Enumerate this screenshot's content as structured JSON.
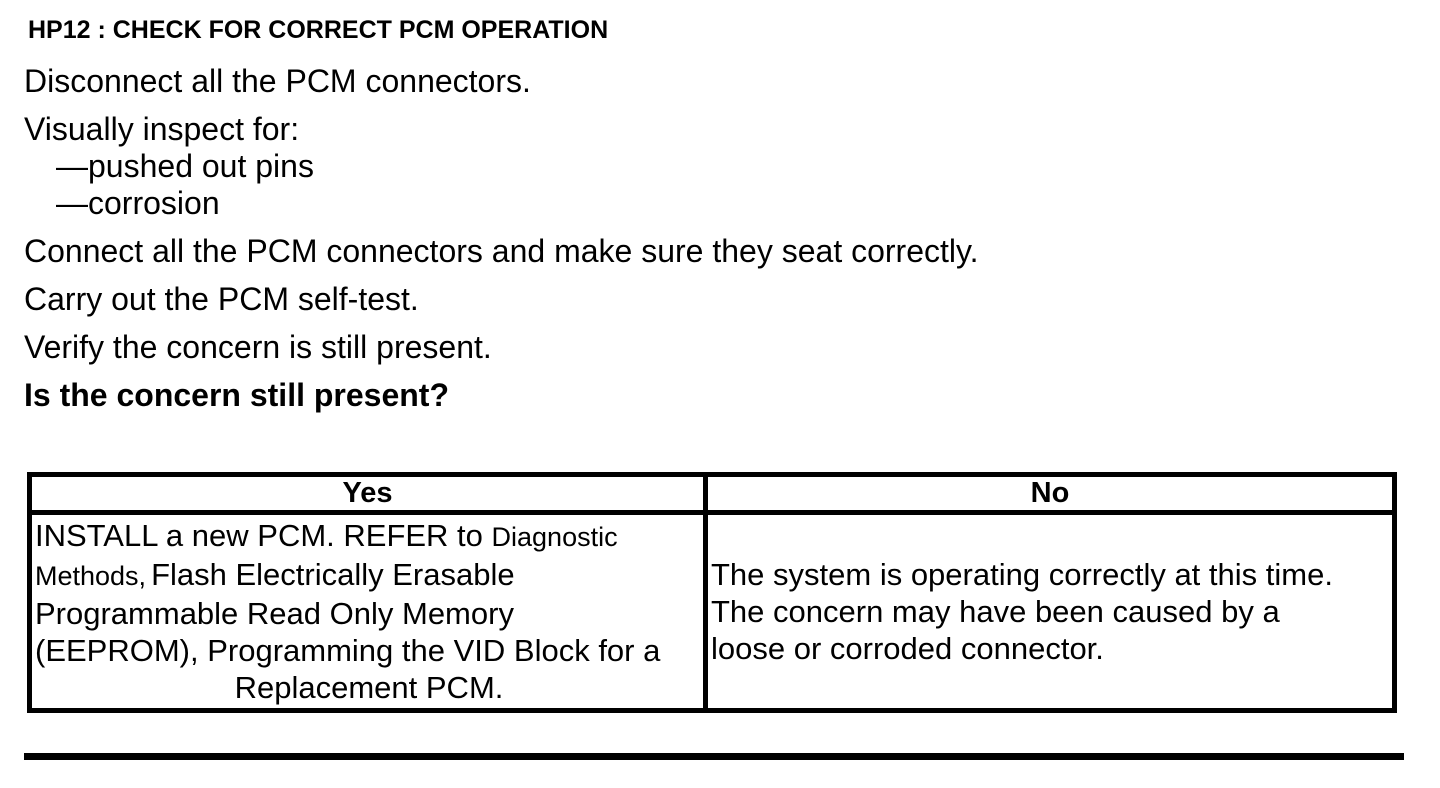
{
  "document": {
    "title": "HP12 : CHECK FOR CORRECT PCM OPERATION",
    "steps": {
      "disconnect": "Disconnect all the PCM connectors.",
      "inspect_heading": "Visually inspect for:",
      "inspect_items": [
        "—pushed out pins",
        "—corrosion"
      ],
      "connect": "Connect all the PCM connectors and make sure they seat correctly.",
      "self_test": "Carry out the PCM self-test.",
      "verify": "Verify the concern is still present.",
      "question": "Is the concern still present?"
    },
    "decision_table": {
      "yes_header": "Yes",
      "no_header": "No",
      "yes_action": {
        "l1_main": "INSTALL a new PCM. REFER to ",
        "l1_ref": "Diagnostic",
        "l2_ref": "Methods,",
        "l2_main": "Flash Electrically Erasable",
        "l3": "Programmable Read Only Memory",
        "l4": "(EEPROM), Programming the VID Block for a",
        "l5": "Replacement PCM."
      },
      "no_action": {
        "l1": "The system is operating correctly at this time.",
        "l2": "The concern may have been caused by a",
        "l3": "loose or corroded connector."
      }
    }
  },
  "colors": {
    "text": "#000000",
    "background": "#ffffff",
    "border": "#000000"
  }
}
